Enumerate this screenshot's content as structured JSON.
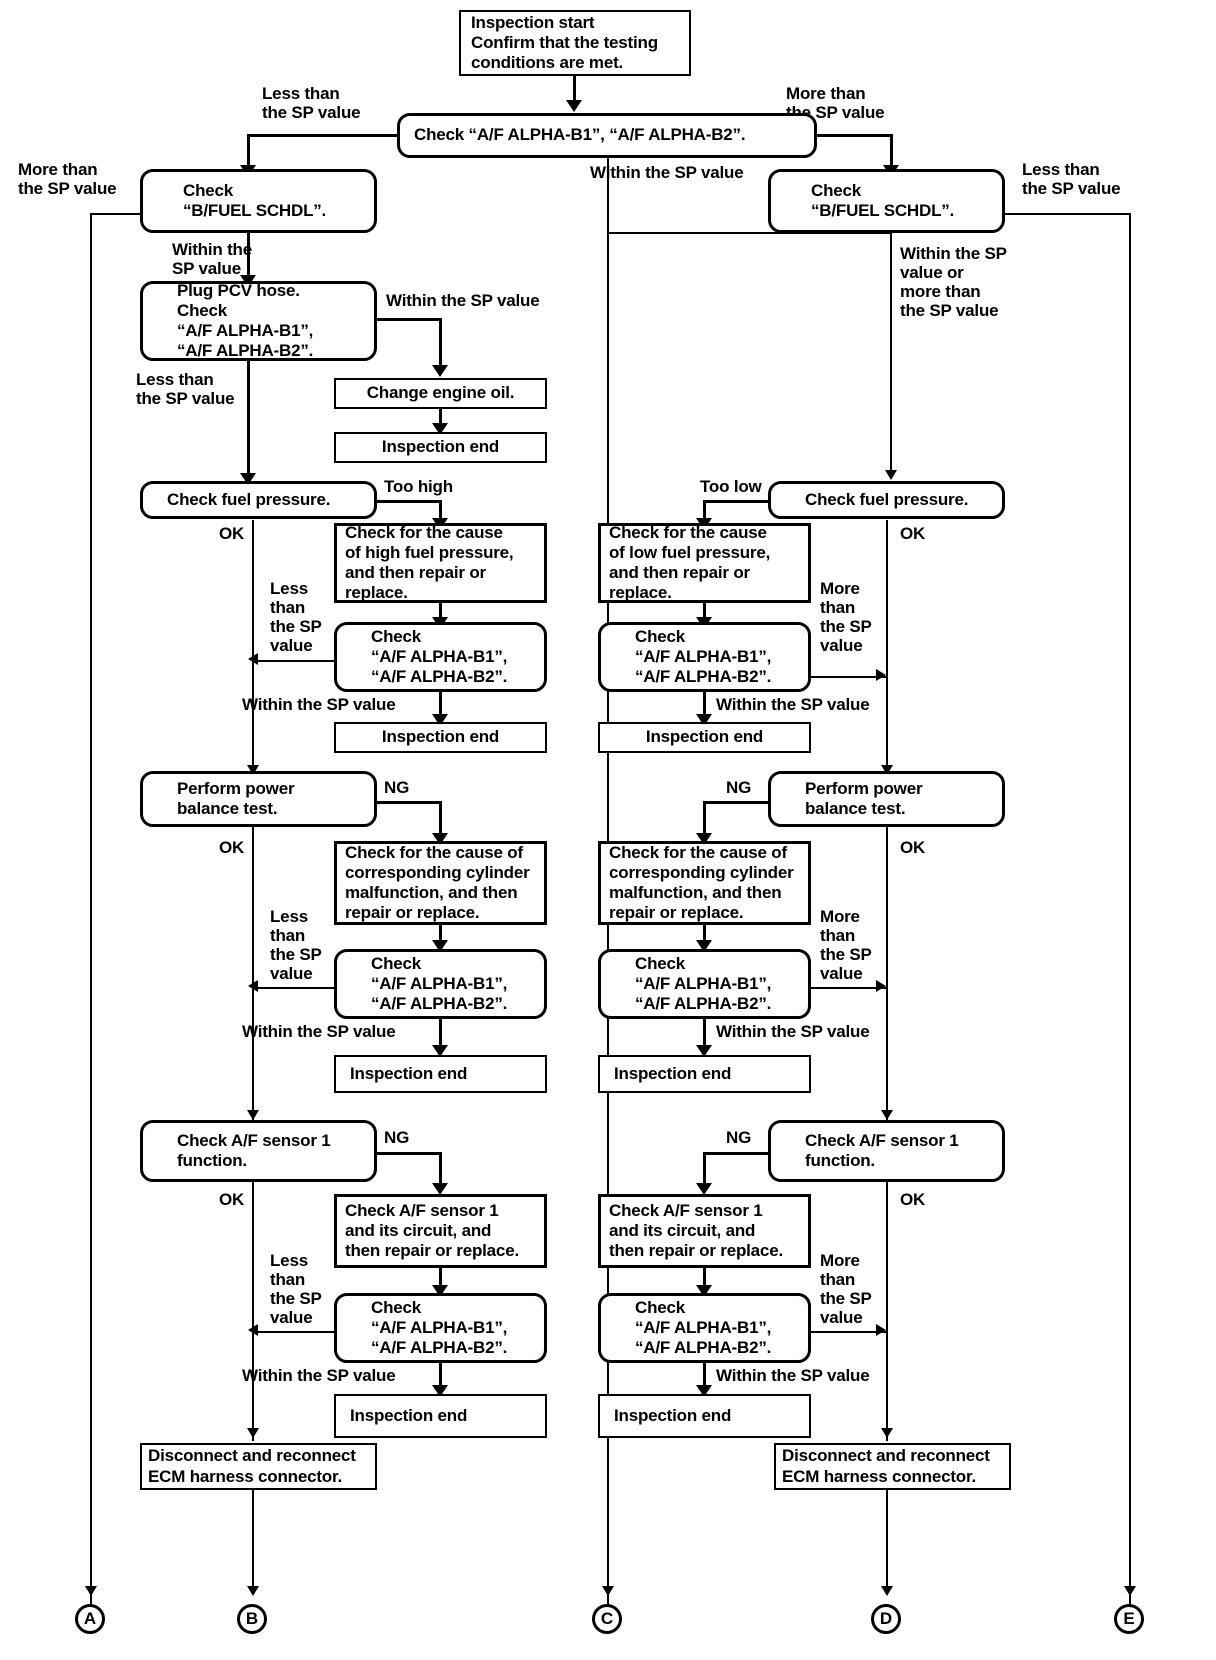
{
  "diagram": {
    "title": "A/F ALPHA diagnostic flowchart",
    "nodes": {
      "start": "Inspection start\nConfirm that the testing\nconditions are met.",
      "check_alpha_top": "Check “A/F ALPHA-B1”, “A/F ALPHA-B2”.",
      "check_bfuel_left": "Check\n“B/FUEL SCHDL”.",
      "check_bfuel_right": "Check\n“B/FUEL SCHDL”.",
      "plug_pcv": "Plug PCV hose.\nCheck\n“A/F ALPHA-B1”,\n“A/F ALPHA-B2”.",
      "change_oil": "Change engine oil.",
      "insp_end_1": "Inspection end",
      "check_fuel_pressure_left": "Check fuel pressure.",
      "check_fuel_pressure_right": "Check fuel pressure.",
      "cause_high_fuel": "Check for the cause\nof high fuel pressure,\nand then repair or\nreplace.",
      "cause_low_fuel": "Check for the cause\nof low fuel pressure,\nand then repair or\nreplace.",
      "check_alpha_l1": "Check\n“A/F ALPHA-B1”,\n“A/F ALPHA-B2”.",
      "check_alpha_r1": "Check\n“A/F ALPHA-B1”,\n“A/F ALPHA-B2”.",
      "insp_end_2": "Inspection end",
      "insp_end_3": "Inspection end",
      "power_balance_left": "Perform power\nbalance test.",
      "power_balance_right": "Perform power\nbalance test.",
      "cause_cyl_left": "Check for the cause of\ncorresponding cylinder\nmalfunction, and then\nrepair or replace.",
      "cause_cyl_right": "Check for the cause of\ncorresponding cylinder\nmalfunction, and then\nrepair or replace.",
      "check_alpha_l2": "Check\n“A/F ALPHA-B1”,\n“A/F ALPHA-B2”.",
      "check_alpha_r2": "Check\n“A/F ALPHA-B1”,\n“A/F ALPHA-B2”.",
      "insp_end_4": "Inspection end",
      "insp_end_5": "Inspection end",
      "af_sensor_left": "Check A/F sensor 1\nfunction.",
      "af_sensor_right": "Check A/F sensor 1\nfunction.",
      "af_circuit_left": "Check A/F sensor 1\nand its circuit, and\nthen repair or replace.",
      "af_circuit_right": "Check A/F sensor 1\nand its circuit, and\nthen repair or replace.",
      "check_alpha_l3": "Check\n“A/F ALPHA-B1”,\n“A/F ALPHA-B2”.",
      "check_alpha_r3": "Check\n“A/F ALPHA-B1”,\n“A/F ALPHA-B2”.",
      "insp_end_6": "Inspection end",
      "insp_end_7": "Inspection end",
      "ecm_left": "Disconnect and reconnect\nECM harness connector.",
      "ecm_right": "Disconnect and reconnect\nECM harness connector."
    },
    "labels": {
      "less_top_left": "Less than\nthe SP value",
      "more_top_right": "More than\nthe SP value",
      "more_far_left": "More than\nthe SP value",
      "less_far_right": "Less than\nthe SP value",
      "within_left": "Within the\nSP value",
      "within_center": "Within the SP value",
      "within_right_multi": "Within the SP\nvalue or\nmore than\nthe SP value",
      "within_pcv": "Within the SP value",
      "less_pcv": "Less than\nthe SP value",
      "too_high": "Too high",
      "too_low": "Too low",
      "ok_l1": "OK",
      "ok_r1": "OK",
      "ok_l2": "OK",
      "ok_r2": "OK",
      "ok_l3": "OK",
      "ok_r3": "OK",
      "less_stack_l1": "Less\nthan\nthe SP\nvalue",
      "less_stack_l2": "Less\nthan\nthe SP\nvalue",
      "less_stack_l3": "Less\nthan\nthe SP\nvalue",
      "more_stack_r1": "More\nthan\nthe SP\nvalue",
      "more_stack_r2": "More\nthan\nthe SP\nvalue",
      "more_stack_r3": "More\nthan\nthe SP\nvalue",
      "within_l1": "Within the SP value",
      "within_l2": "Within the SP value",
      "within_l3": "Within the SP value",
      "within_r1": "Within the SP value",
      "within_r2": "Within the SP value",
      "within_r3": "Within the SP value",
      "ng_l1": "NG",
      "ng_l2": "NG",
      "ng_r1": "NG",
      "ng_r2": "NG"
    },
    "terminals": {
      "a": "A",
      "b": "B",
      "c": "C",
      "d": "D",
      "e": "E"
    }
  }
}
